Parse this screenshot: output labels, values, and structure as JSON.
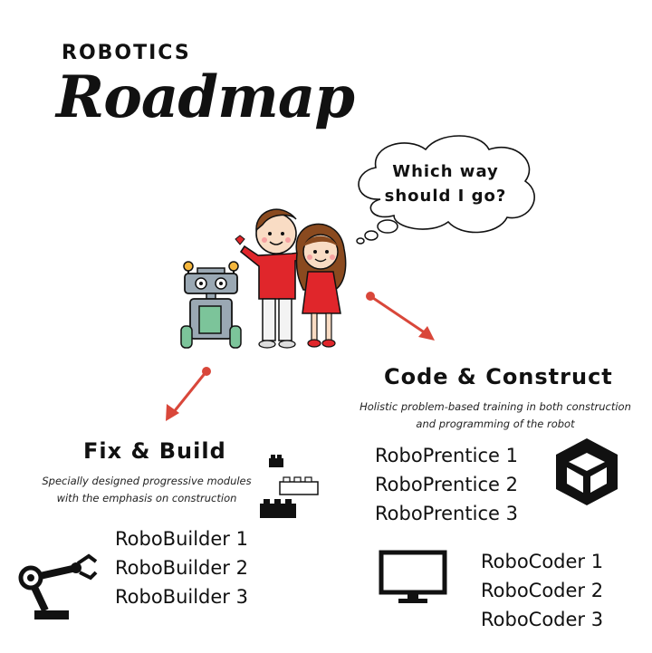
{
  "header": {
    "kicker": "ROBOTICS",
    "title": "Roadmap"
  },
  "bubble": {
    "line1": "Which way",
    "line2": "should I go?"
  },
  "code_construct": {
    "title": "Code & Construct",
    "desc1": "Holistic problem-based training in both construction",
    "desc2": "and programming of the robot",
    "robo_prentice": [
      "RoboPrentice 1",
      "RoboPrentice 2",
      "RoboPrentice 3"
    ],
    "robo_coder": [
      "RoboCoder 1",
      "RoboCoder 2",
      "RoboCoder 3"
    ]
  },
  "fix_build": {
    "title": "Fix & Build",
    "desc1": "Specially designed progressive modules",
    "desc2": "with the emphasis on construction",
    "robo_builder": [
      "RoboBuilder 1",
      "RoboBuilder 2",
      "RoboBuilder 3"
    ]
  },
  "colors": {
    "arrow": "#d9473a",
    "shirt": "#e0262b",
    "robot_body": "#9aa8b3",
    "robot_screen": "#7cc49a"
  }
}
